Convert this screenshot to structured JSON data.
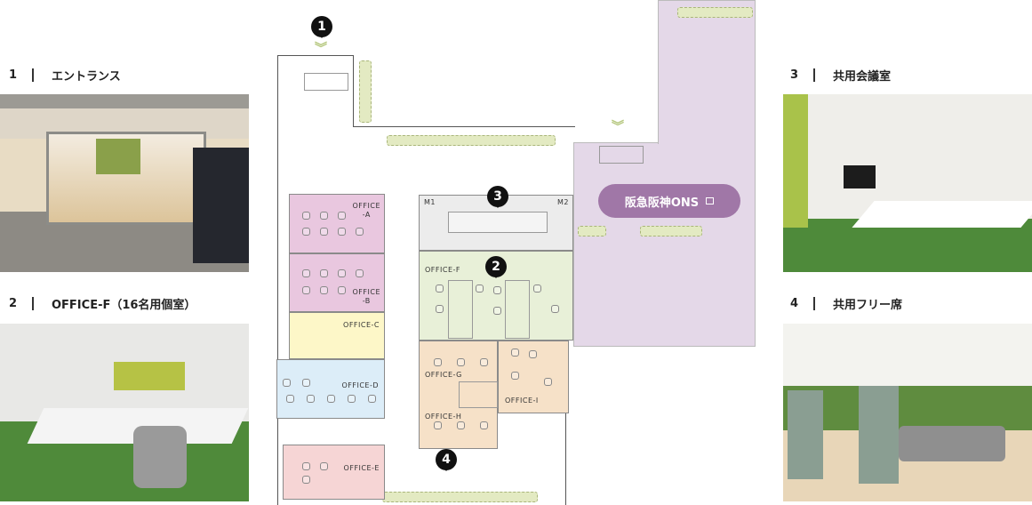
{
  "captions": [
    {
      "number": "1",
      "label": "エントランス"
    },
    {
      "number": "2",
      "label": "OFFICE-F（16名用個室）"
    },
    {
      "number": "3",
      "label": "共用会議室"
    },
    {
      "number": "4",
      "label": "共用フリー席"
    }
  ],
  "floorplan": {
    "rooms": {
      "a": "OFFICE\n-A",
      "b": "OFFICE\n-B",
      "c": "OFFICE-C",
      "d": "OFFICE-D",
      "e": "OFFICE-E",
      "f": "OFFICE-F",
      "g": "OFFICE-G",
      "h": "OFFICE-H",
      "i": "OFFICE-I",
      "m1": "M1",
      "m2": "M2"
    },
    "markers": [
      "1",
      "2",
      "3",
      "4"
    ],
    "ons_button": "阪急阪神ONS",
    "colors": {
      "ons": "#a077a7",
      "pink": "#e9c7df",
      "yellow": "#fdf7c8",
      "blue": "#dcedf8",
      "green": "#e8f0d8",
      "orange": "#f6e1c8",
      "purple": "#e4d8e8"
    }
  }
}
